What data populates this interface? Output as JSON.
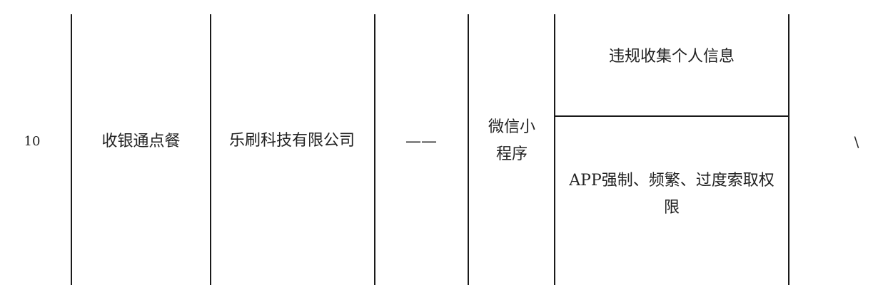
{
  "row": {
    "number": "10",
    "app_name": "收银通点餐",
    "company": "乐刷科技有限公司",
    "version": "——",
    "platform": "微信小程序",
    "issues": [
      "违规收集个人信息",
      "APP强制、频繁、过度索取权限"
    ],
    "remark": "\\"
  }
}
